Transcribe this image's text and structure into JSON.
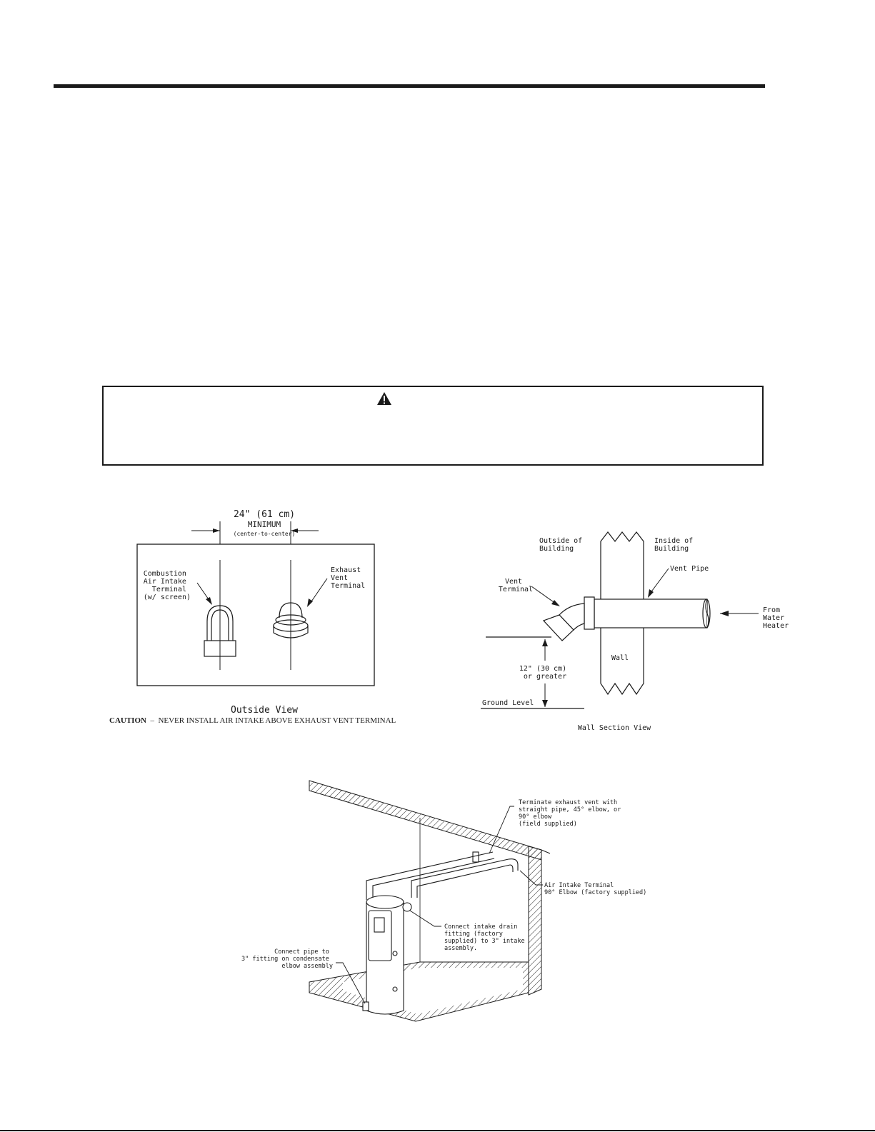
{
  "colors": {
    "ink": "#1a1a1a",
    "paper": "#ffffff"
  },
  "warning": {
    "icon": "warning-triangle-icon"
  },
  "fig1": {
    "dimension_value": "24\" (61 cm)",
    "dimension_min": "MINIMUM",
    "dimension_note": "(center-to-center)",
    "intake_label": [
      "Combustion",
      "Air Intake",
      "Terminal",
      "(w/ screen)"
    ],
    "exhaust_label": [
      "Exhaust",
      "Vent",
      "Terminal"
    ],
    "view_title": "Outside View",
    "caution_word": "CAUTION",
    "caution_dash": "–",
    "caution_text": "NEVER INSTALL AIR INTAKE ABOVE EXHAUST VENT TERMINAL"
  },
  "fig2": {
    "outside_label": [
      "Outside of",
      "Building"
    ],
    "inside_label": [
      "Inside of",
      "Building"
    ],
    "vent_pipe_label": "Vent Pipe",
    "vent_terminal_label": [
      "Vent",
      "Terminal"
    ],
    "from_label": [
      "From",
      "Water",
      "Heater"
    ],
    "wall_label": "Wall",
    "clearance_label": [
      "12\" (30 cm)",
      "or greater"
    ],
    "ground_label": "Ground Level",
    "view_title": "Wall Section View"
  },
  "fig3": {
    "exhaust_note": [
      "Terminate exhaust vent with",
      "straight pipe, 45° elbow, or",
      "90° elbow",
      "(field supplied)"
    ],
    "intake_note": [
      "Air Intake Terminal",
      "90° Elbow (factory supplied)"
    ],
    "drain_note": [
      "Connect intake drain",
      "fitting (factory",
      "supplied) to 3\" intake",
      "assembly."
    ],
    "condensate_note": [
      "Connect pipe to",
      "3\" fitting on condensate",
      "elbow assembly"
    ]
  }
}
